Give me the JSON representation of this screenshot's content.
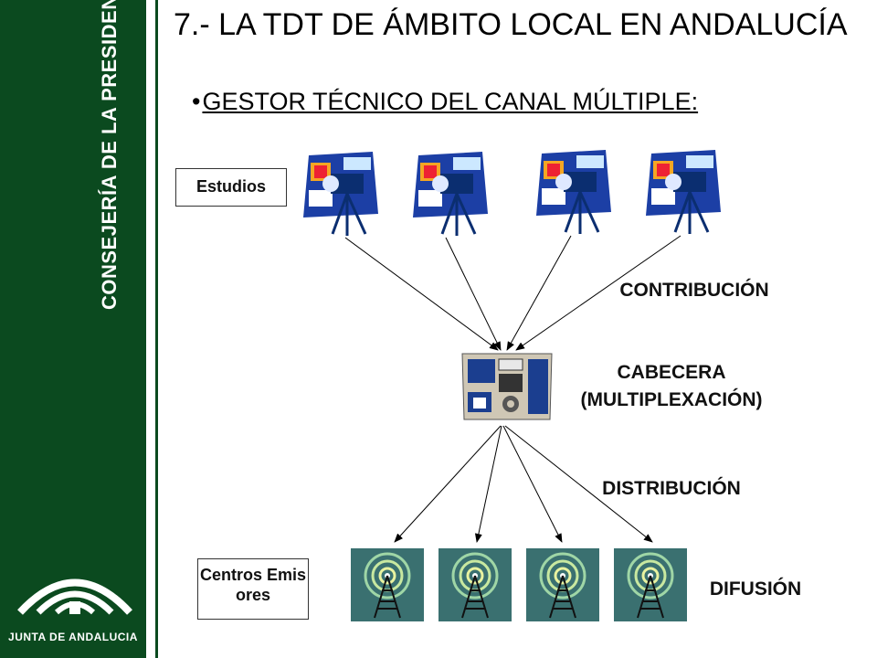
{
  "sidebar": {
    "vertical_title": "CONSEJERÍA DE LA PRESIDENCIA",
    "logo_text": "JUNTA DE ANDALUCIA",
    "color": "#0b4a1f"
  },
  "header": {
    "title": "7.- LA TDT DE ÁMBITO LOCAL EN ANDALUCÍA",
    "bullet": "•",
    "subtitle": "GESTOR TÉCNICO DEL CANAL MÚLTIPLE:"
  },
  "diagram": {
    "studios_label": "Estudios",
    "centers_label": "Centros Emisores",
    "contribution_label": "CONTRIBUCIÓN",
    "head_label": "CABECERA (MULTIPLEXACIÓN)",
    "distribution_label": "DISTRIBUCIÓN",
    "broadcast_label": "DIFUSIÓN",
    "camera_icons": [
      "video-camera-icon",
      "video-camera-icon",
      "video-camera-icon",
      "video-camera-icon"
    ],
    "head_icon": "control-panel-icon",
    "tower_icons": [
      "transmitter-tower-icon",
      "transmitter-tower-icon",
      "transmitter-tower-icon",
      "transmitter-tower-icon"
    ]
  }
}
